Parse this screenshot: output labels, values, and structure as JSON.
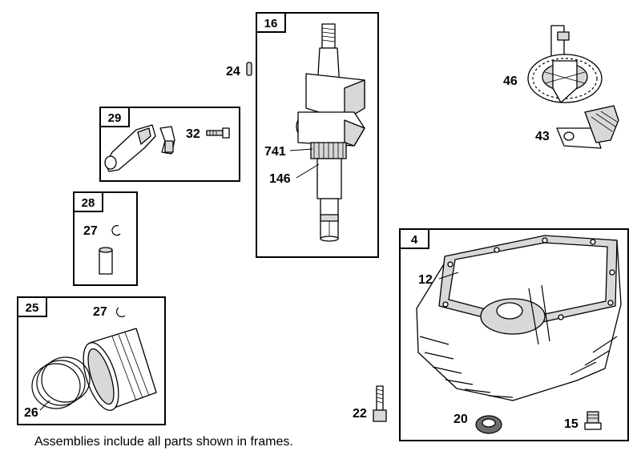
{
  "frames": {
    "crankshaft": "16",
    "connecting_rod": "29",
    "piston_pin": "28",
    "piston": "25",
    "crankcase_cover": "4"
  },
  "labels": {
    "p24": "24",
    "p32": "32",
    "p741": "741",
    "p146": "146",
    "p27a": "27",
    "p27b": "27",
    "p26": "26",
    "p46": "46",
    "p43": "43",
    "p12": "12",
    "p22": "22",
    "p20": "20",
    "p15": "15"
  },
  "footnote": "Assemblies include all parts shown in frames."
}
